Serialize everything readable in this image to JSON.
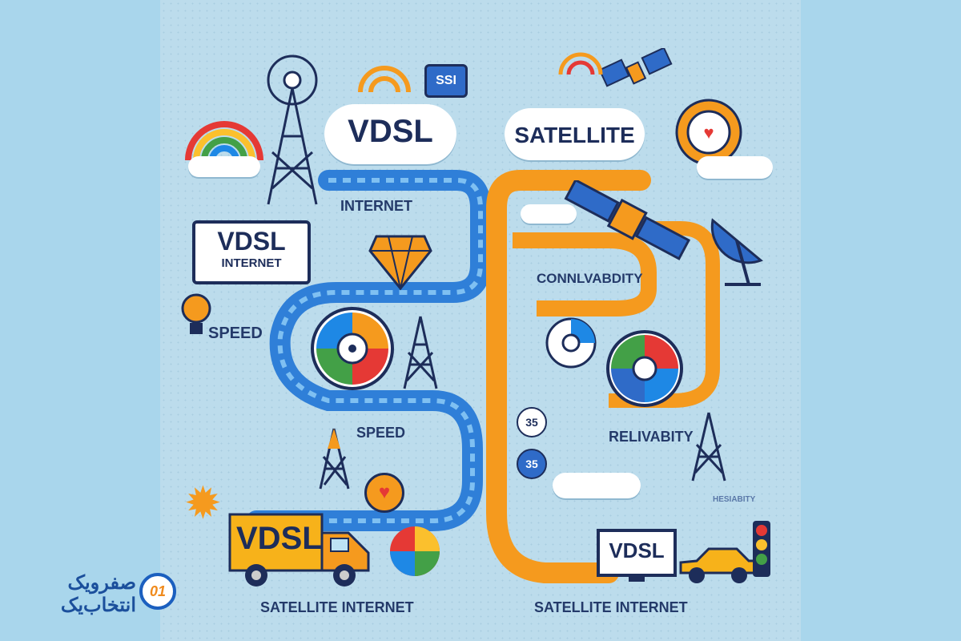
{
  "left": {
    "cloud_title": "VDSL",
    "label_internet": "INTERNET",
    "sign_title": "VDSL",
    "sign_subtitle": "INTERNET",
    "label_speed_1": "SPEED",
    "label_speed_2": "SPEED",
    "truck_text": "VDSL",
    "bottom_caption": "SATELLITE INTERNET",
    "badge_ssi": "SSI"
  },
  "right": {
    "cloud_title": "SATELLITE",
    "label_connectivity": "CONNLVABDITY",
    "label_reliability": "RELIVABITY",
    "label_small": "HESIABITY",
    "badge_35_a": "35",
    "badge_35_b": "35",
    "monitor_text": "VDSL",
    "bottom_caption": "SATELLITE INTERNET"
  },
  "brand": {
    "line1": "صفرویک",
    "line2": "انتخاب‌یک",
    "logo_text": "01"
  },
  "colors": {
    "background": "#a9d6ec",
    "panel": "#bcdcec",
    "blue_road": "#2f7fd8",
    "orange_road": "#f59a1e",
    "navy_text": "#1d2d5a",
    "brand_blue": "#1b4f9c",
    "brand_orange": "#f08a1c"
  }
}
